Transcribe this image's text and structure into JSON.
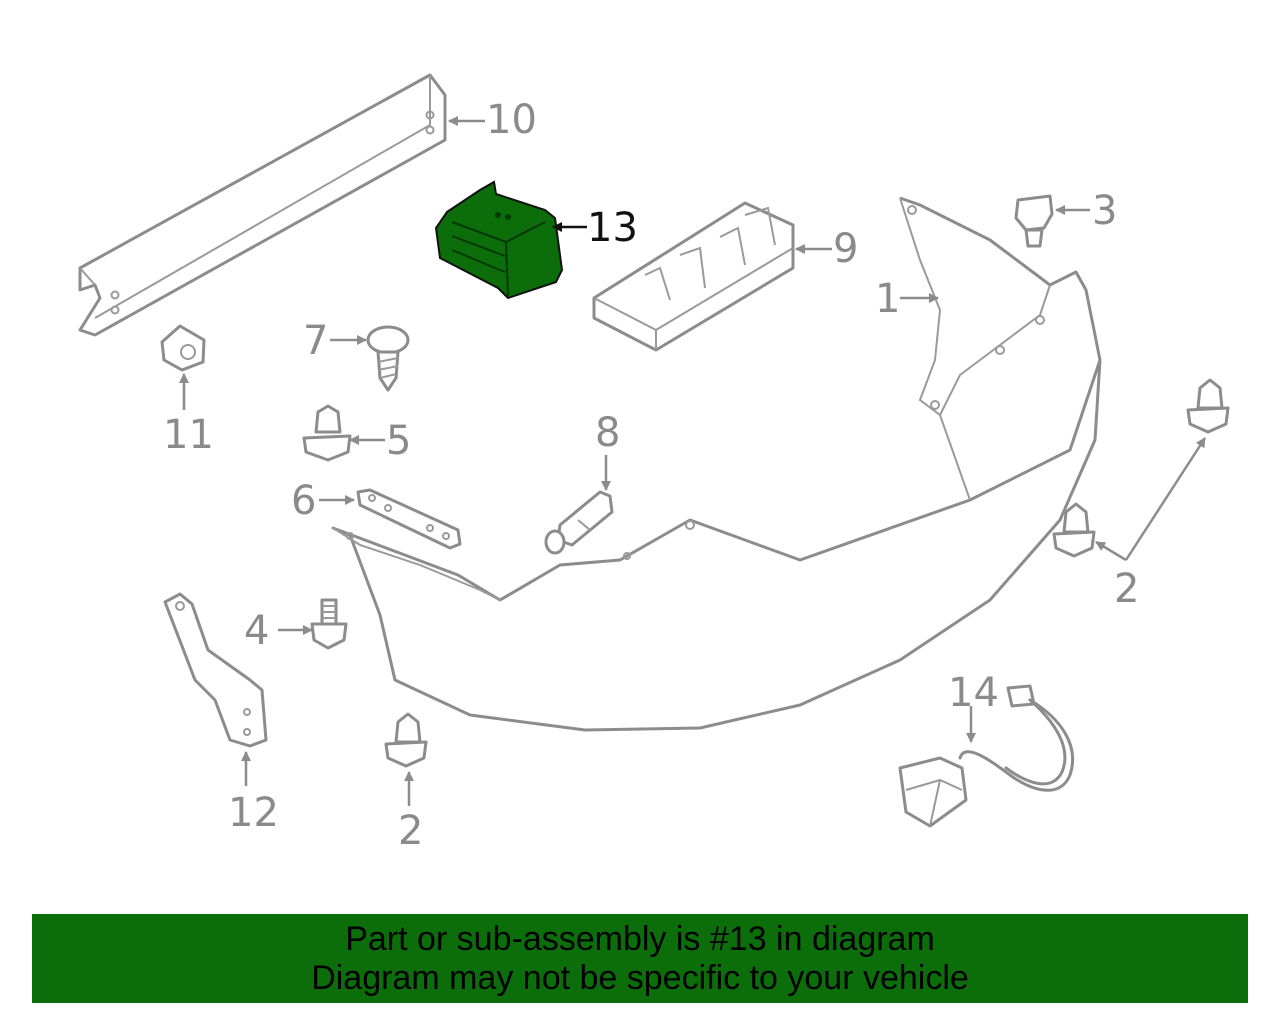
{
  "callouts": {
    "c1": "1",
    "c2a": "2",
    "c2b": "2",
    "c3": "3",
    "c4": "4",
    "c5": "5",
    "c6": "6",
    "c7": "7",
    "c8": "8",
    "c9": "9",
    "c10": "10",
    "c11": "11",
    "c12": "12",
    "c13": "13",
    "c14": "14"
  },
  "banner": {
    "line1": "Part or sub-assembly is #13 in diagram",
    "line2": "Diagram may not be specific to your vehicle"
  },
  "colors": {
    "highlight": "#0b6e0b",
    "banner_bg": "#0b6e0b",
    "line": "#8c8c8c"
  }
}
